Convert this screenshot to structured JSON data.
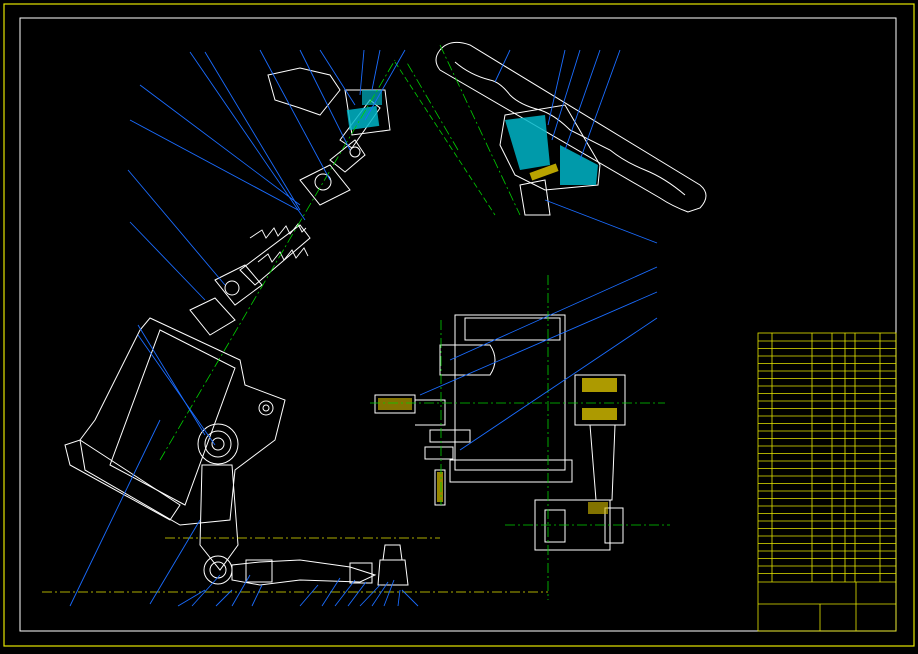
{
  "drawing": {
    "corner_tag": "",
    "colors": {
      "background": "#000000",
      "frame": "#e6e600",
      "outline": "#ffffff",
      "leader": "#1a6cff",
      "centerline": "#00d000",
      "hatch_cyan": "#00e5e5",
      "hatch_yellow": "#d8c000",
      "balloon_text": "#3aa0ff"
    },
    "views": [
      {
        "name": "steering-column-assembly"
      },
      {
        "name": "steering-wheel-section"
      },
      {
        "name": "steering-gear-side-view"
      },
      {
        "name": "title-block-and-parts-list"
      }
    ]
  }
}
